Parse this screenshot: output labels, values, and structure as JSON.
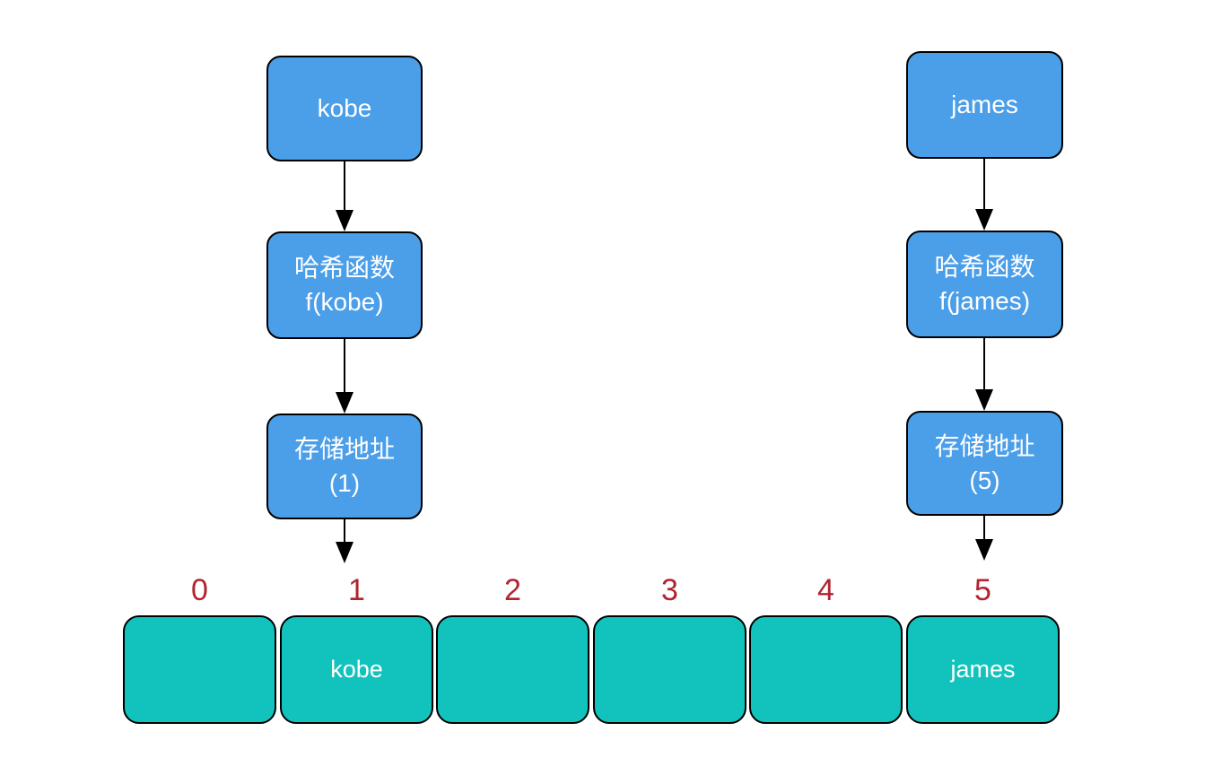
{
  "diagram_title": "hash-function-storage-flow",
  "colors": {
    "box_blue": "#4b9ee8",
    "cell_teal": "#12c3bd",
    "index_red": "#b22430",
    "line_black": "#000000",
    "text_white": "#ffffff"
  },
  "flows": [
    {
      "key": "kobe",
      "input_label": "kobe",
      "hash_line1": "哈希函数",
      "hash_line2": "f(kobe)",
      "addr_line1": "存储地址",
      "addr_line2": "(1)"
    },
    {
      "key": "james",
      "input_label": "james",
      "hash_line1": "哈希函数",
      "hash_line2": "f(james)",
      "addr_line1": "存储地址",
      "addr_line2": "(5)"
    }
  ],
  "array": {
    "indices": [
      "0",
      "1",
      "2",
      "3",
      "4",
      "5"
    ],
    "cells": [
      "",
      "kobe",
      "",
      "",
      "",
      "james"
    ]
  }
}
